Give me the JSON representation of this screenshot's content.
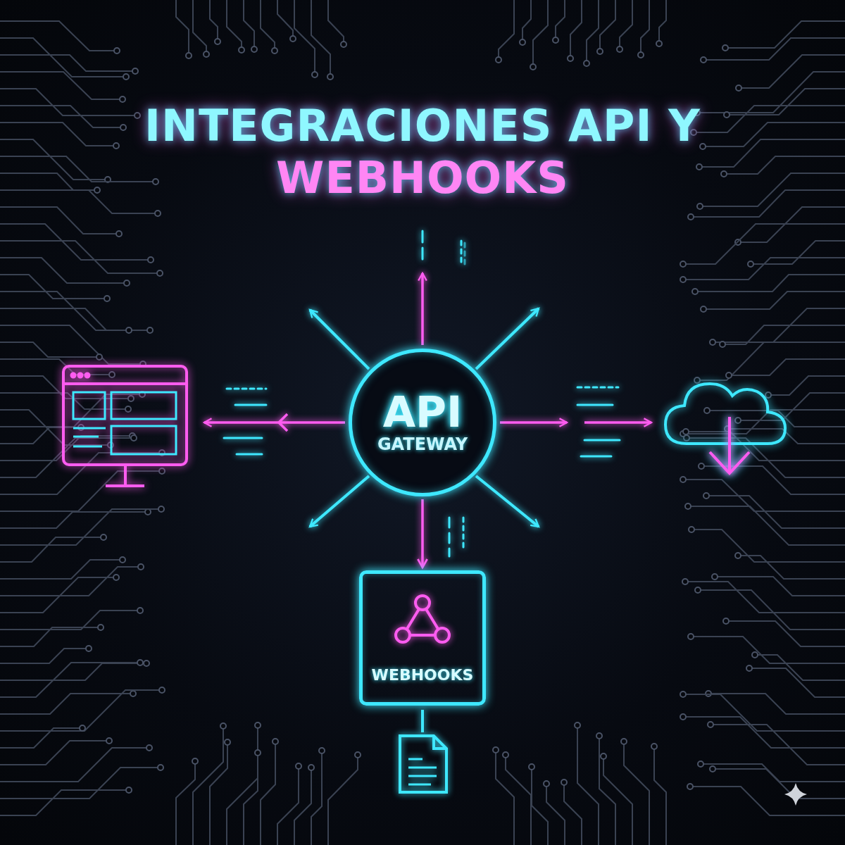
{
  "diagram": {
    "title": "INTEGRACIONES API Y WEBHOOKS",
    "nodes": [
      {
        "text": [
          "API",
          "GATEWAY"
        ]
      },
      {
        "text": [
          "WEBHOOKS"
        ]
      }
    ],
    "edges": [
      {
        "from": 0,
        "to": 1,
        "arrow": "to"
      }
    ]
  }
}
